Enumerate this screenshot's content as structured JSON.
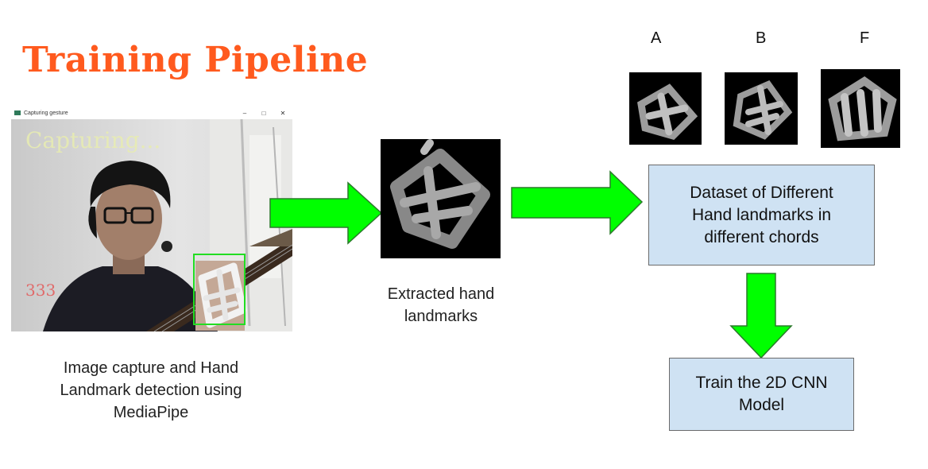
{
  "title": "Training Pipeline",
  "capture_window": {
    "title": "Capturing gesture",
    "overlay_text": "Capturing...",
    "counter": "333"
  },
  "captions": {
    "capture": "Image capture and  Hand Landmark detection using MediaPipe",
    "extracted": "Extracted hand landmarks"
  },
  "chords": [
    "A",
    "B",
    "F"
  ],
  "boxes": {
    "dataset": "Dataset of Different Hand landmarks in different chords",
    "train": "Train the 2D CNN Model"
  },
  "colors": {
    "title": "#ff5a1e",
    "arrow": "#00ff00",
    "box_fill": "#cfe2f3",
    "detection_box": "#22dd22"
  }
}
